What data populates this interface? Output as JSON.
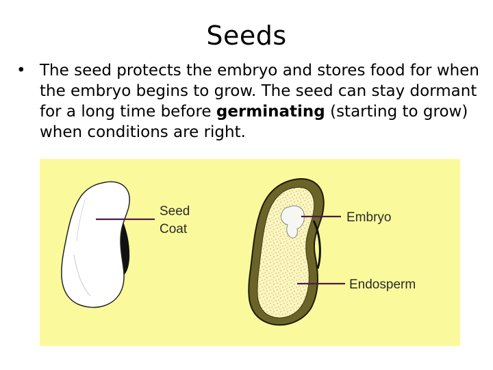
{
  "slide": {
    "title": "Seeds",
    "bullet_marker": "•",
    "bullet_text": {
      "part1": " The seed protects the embryo and stores food for when the embryo begins to grow. The seed can stay dormant for a long time before ",
      "bold": "germinating",
      "part2": " (starting to grow) when conditions are right."
    }
  },
  "figure": {
    "background_color": "#fafa9c",
    "labels": {
      "seed_coat_line1": "Seed",
      "seed_coat_line2": "Coat",
      "embryo": "Embryo",
      "endosperm": "Endosperm"
    },
    "colors": {
      "label_line": "#4b1a4b",
      "endosperm": "#fbf6c2",
      "coat": "#6b6428"
    }
  }
}
